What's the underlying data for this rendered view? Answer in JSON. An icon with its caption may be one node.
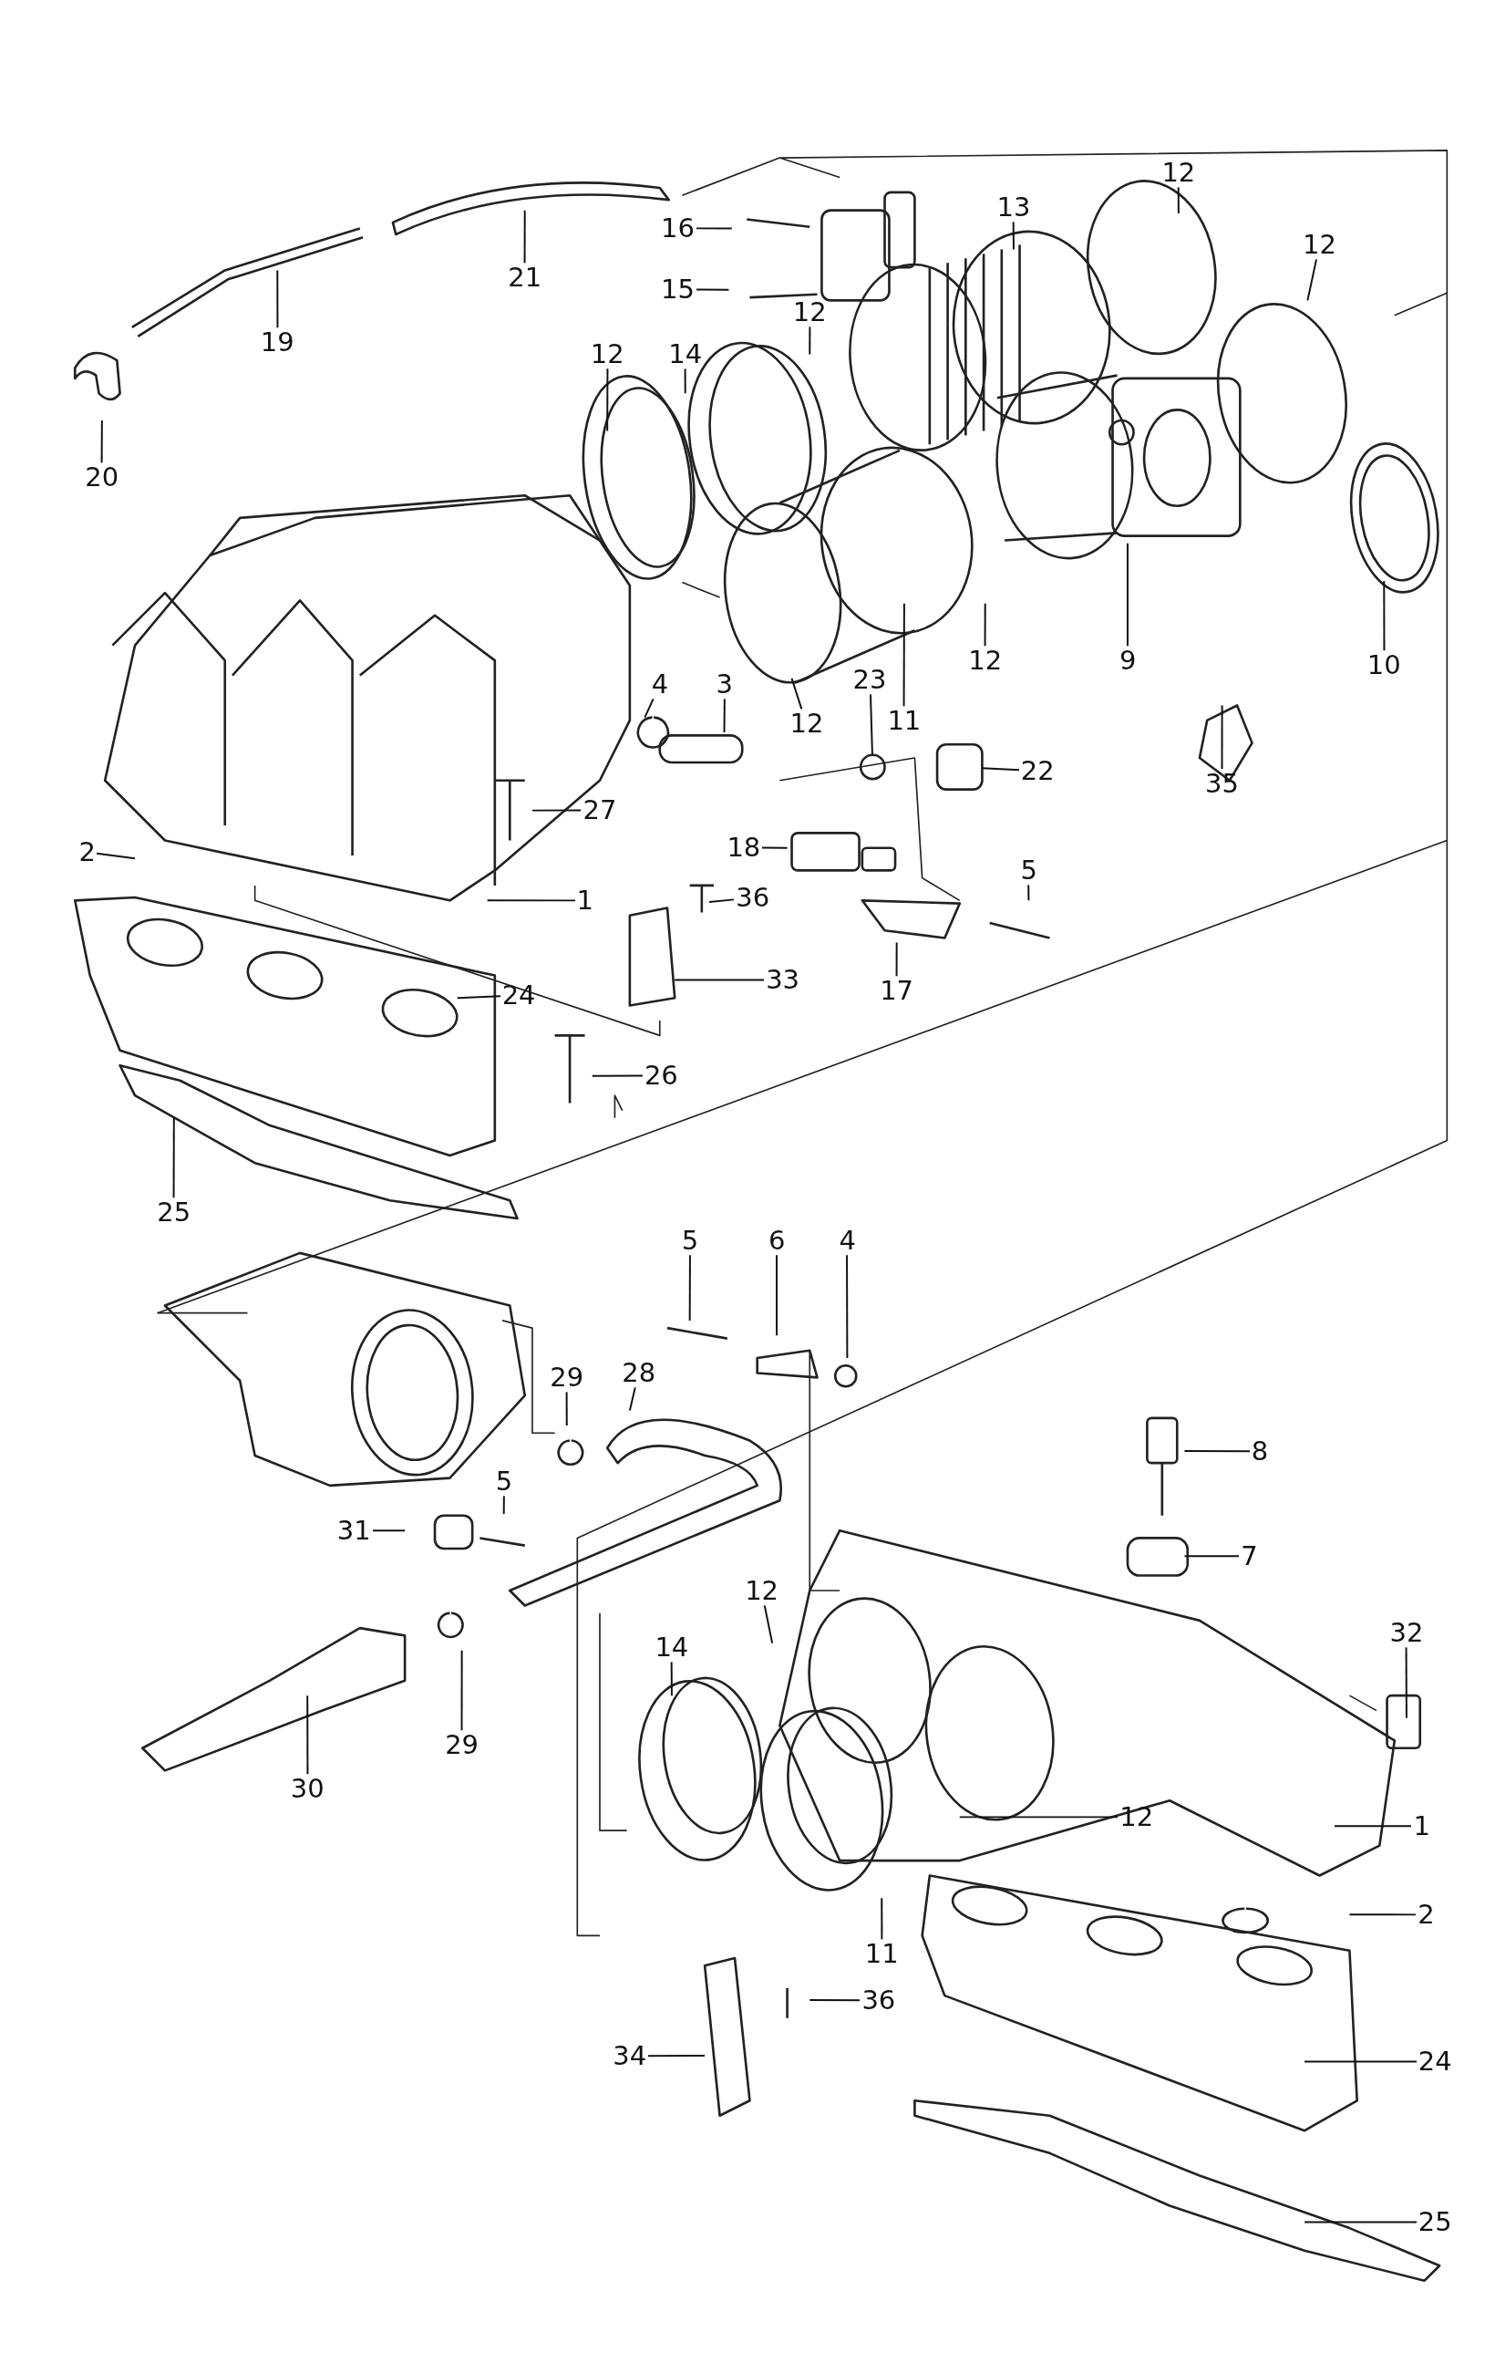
{
  "diagram": {
    "nodes": [
      {
        "text": [
          "12"
        ]
      },
      {
        "text": [
          "13"
        ]
      },
      {
        "text": [
          "12"
        ]
      },
      {
        "text": [
          "16"
        ]
      },
      {
        "text": [
          "21"
        ]
      },
      {
        "text": [
          "15"
        ]
      },
      {
        "text": [
          "12"
        ]
      },
      {
        "text": [
          "19"
        ]
      },
      {
        "text": [
          "12"
        ]
      },
      {
        "text": [
          "14"
        ]
      },
      {
        "text": [
          "20"
        ]
      },
      {
        "text": [
          "12"
        ]
      },
      {
        "text": [
          "9"
        ]
      },
      {
        "text": [
          "10"
        ]
      },
      {
        "text": [
          "4"
        ]
      },
      {
        "text": [
          "3"
        ]
      },
      {
        "text": [
          "23"
        ]
      },
      {
        "text": [
          "12"
        ]
      },
      {
        "text": [
          "11"
        ]
      },
      {
        "text": [
          "22"
        ]
      },
      {
        "text": [
          "35"
        ]
      },
      {
        "text": [
          "27"
        ]
      },
      {
        "text": [
          "2"
        ]
      },
      {
        "text": [
          "18"
        ]
      },
      {
        "text": [
          "5"
        ]
      },
      {
        "text": [
          "1"
        ]
      },
      {
        "text": [
          "36"
        ]
      },
      {
        "text": [
          "33"
        ]
      },
      {
        "text": [
          "17"
        ]
      },
      {
        "text": [
          "24"
        ]
      },
      {
        "text": [
          "26"
        ]
      },
      {
        "text": [
          "25"
        ]
      },
      {
        "text": [
          "5"
        ]
      },
      {
        "text": [
          "6"
        ]
      },
      {
        "text": [
          "4"
        ]
      },
      {
        "text": [
          "29"
        ]
      },
      {
        "text": [
          "28"
        ]
      },
      {
        "text": [
          "8"
        ]
      },
      {
        "text": [
          "5"
        ]
      },
      {
        "text": [
          "31"
        ]
      },
      {
        "text": [
          "7"
        ]
      },
      {
        "text": [
          "12"
        ]
      },
      {
        "text": [
          "32"
        ]
      },
      {
        "text": [
          "14"
        ]
      },
      {
        "text": [
          "29"
        ]
      },
      {
        "text": [
          "30"
        ]
      },
      {
        "text": [
          "1"
        ]
      },
      {
        "text": [
          "12"
        ]
      },
      {
        "text": [
          "2"
        ]
      },
      {
        "text": [
          "11"
        ]
      },
      {
        "text": [
          "36"
        ]
      },
      {
        "text": [
          "34"
        ]
      },
      {
        "text": [
          "24"
        ]
      },
      {
        "text": [
          "25"
        ]
      },
      {
        "text": [],
        "shape": "circle"
      },
      {
        "text": [],
        "shape": "box"
      }
    ],
    "edges": [
      {
        "from": 0,
        "to": null,
        "arrow": "none"
      },
      {
        "from": 1,
        "to": null,
        "arrow": "none"
      },
      {
        "from": 2,
        "to": null,
        "arrow": "none"
      },
      {
        "from": 3,
        "to": null,
        "arrow": "none"
      },
      {
        "from": 4,
        "to": null,
        "arrow": "none"
      },
      {
        "from": 5,
        "to": null,
        "arrow": "none"
      },
      {
        "from": 6,
        "to": null,
        "arrow": "none"
      },
      {
        "from": 7,
        "to": null,
        "arrow": "none"
      },
      {
        "from": 8,
        "to": null,
        "arrow": "none"
      },
      {
        "from": 9,
        "to": null,
        "arrow": "none"
      },
      {
        "from": 10,
        "to": null,
        "arrow": "none"
      },
      {
        "from": 11,
        "to": null,
        "arrow": "none"
      },
      {
        "from": 12,
        "to": null,
        "arrow": "none"
      },
      {
        "from": 13,
        "to": null,
        "arrow": "none"
      },
      {
        "from": 14,
        "to": null,
        "arrow": "none"
      },
      {
        "from": 15,
        "to": null,
        "arrow": "none"
      },
      {
        "from": 16,
        "to": 54,
        "arrow": "none"
      },
      {
        "from": 17,
        "to": null,
        "arrow": "none"
      },
      {
        "from": 18,
        "to": null,
        "arrow": "none"
      },
      {
        "from": 19,
        "to": 55,
        "arrow": "none"
      },
      {
        "from": 20,
        "to": null,
        "arrow": "none"
      },
      {
        "from": 21,
        "to": null,
        "arrow": "none"
      },
      {
        "from": 22,
        "to": null,
        "arrow": "none"
      },
      {
        "from": 23,
        "to": null,
        "arrow": "none"
      },
      {
        "from": 24,
        "to": null,
        "arrow": "none"
      },
      {
        "from": 25,
        "to": null,
        "arrow": "none"
      },
      {
        "from": 26,
        "to": null,
        "arrow": "none"
      },
      {
        "from": 27,
        "to": null,
        "arrow": "none"
      },
      {
        "from": 28,
        "to": null,
        "arrow": "none"
      },
      {
        "from": 29,
        "to": null,
        "arrow": "none"
      },
      {
        "from": 30,
        "to": null,
        "arrow": "none"
      },
      {
        "from": 31,
        "to": null,
        "arrow": "none"
      },
      {
        "from": 32,
        "to": null,
        "arrow": "none"
      },
      {
        "from": 33,
        "to": null,
        "arrow": "none"
      },
      {
        "from": 34,
        "to": null,
        "arrow": "none"
      },
      {
        "from": 35,
        "to": null,
        "arrow": "none"
      },
      {
        "from": 36,
        "to": null,
        "arrow": "none"
      },
      {
        "from": 37,
        "to": null,
        "arrow": "none"
      },
      {
        "from": 38,
        "to": null,
        "arrow": "none"
      },
      {
        "from": 39,
        "to": null,
        "arrow": "none"
      },
      {
        "from": 40,
        "to": null,
        "arrow": "none"
      },
      {
        "from": 41,
        "to": null,
        "arrow": "none"
      },
      {
        "from": 42,
        "to": null,
        "arrow": "none"
      },
      {
        "from": 43,
        "to": null,
        "arrow": "none"
      },
      {
        "from": 44,
        "to": null,
        "arrow": "none"
      },
      {
        "from": 45,
        "to": null,
        "arrow": "none"
      },
      {
        "from": 46,
        "to": null,
        "arrow": "none"
      },
      {
        "from": 47,
        "to": null,
        "arrow": "none"
      },
      {
        "from": 48,
        "to": null,
        "arrow": "none"
      },
      {
        "from": 49,
        "to": null,
        "arrow": "none"
      },
      {
        "from": 50,
        "to": null,
        "arrow": "none"
      },
      {
        "from": 51,
        "to": null,
        "arrow": "none"
      },
      {
        "from": 52,
        "to": null,
        "arrow": "none"
      },
      {
        "from": 53,
        "to": null,
        "arrow": "none"
      }
    ]
  }
}
